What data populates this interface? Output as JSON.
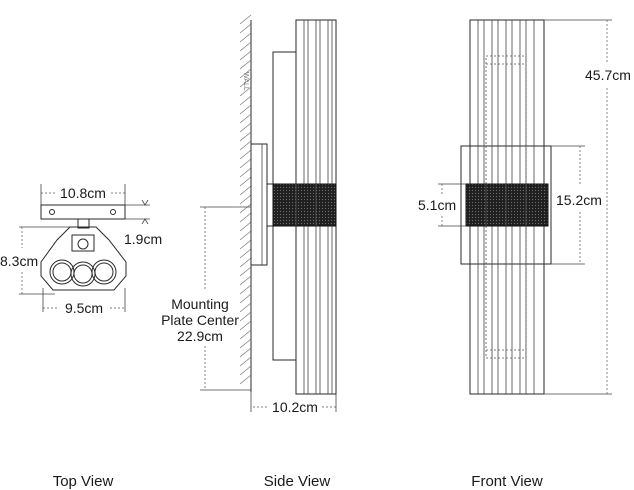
{
  "views": {
    "top": {
      "caption": "Top View",
      "width_label": "10.8cm",
      "plate_depth_label": "1.9cm",
      "height_label": "8.3cm",
      "depth_label": "9.5cm"
    },
    "side": {
      "caption": "Side View",
      "wall_text": "WALL",
      "mount_label_line1": "Mounting",
      "mount_label_line2": "Plate Center",
      "mount_label_line3": "22.9cm",
      "extension_label": "10.2cm"
    },
    "front": {
      "caption": "Front View",
      "band_label": "5.1cm",
      "plate_label": "15.2cm",
      "total_height_label": "45.7cm"
    }
  },
  "colors": {
    "line": "#2a2a2a",
    "band": "#1f1f1f",
    "dimension": "#555555"
  }
}
